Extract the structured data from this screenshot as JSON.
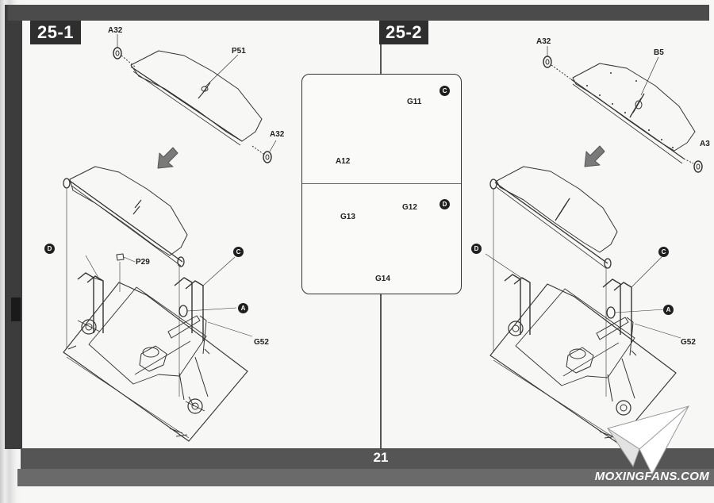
{
  "page_number": "21",
  "watermark": "MOXINGFANS.COM",
  "steps": [
    {
      "id": "25-1",
      "labels": {
        "a32_top": "A32",
        "p51": "P51",
        "a32_right": "A32",
        "p29": "P29",
        "g52": "G52",
        "badge_d": "D",
        "badge_c": "C",
        "badge_a": "A"
      }
    },
    {
      "id": "25-2",
      "labels": {
        "a32_top": "A32",
        "b5": "B5",
        "a32_right": "A3",
        "g52": "G52",
        "badge_d": "D",
        "badge_c": "C",
        "badge_a": "A"
      }
    }
  ],
  "callout": {
    "top_badge": "C",
    "top_parts": [
      "G11",
      "A12"
    ],
    "bottom_badge": "D",
    "bottom_parts": [
      "G13",
      "G12",
      "G14"
    ]
  },
  "colors": {
    "band": "#4b4b4b",
    "tab": "#2e2e2e",
    "line": "#333333"
  }
}
